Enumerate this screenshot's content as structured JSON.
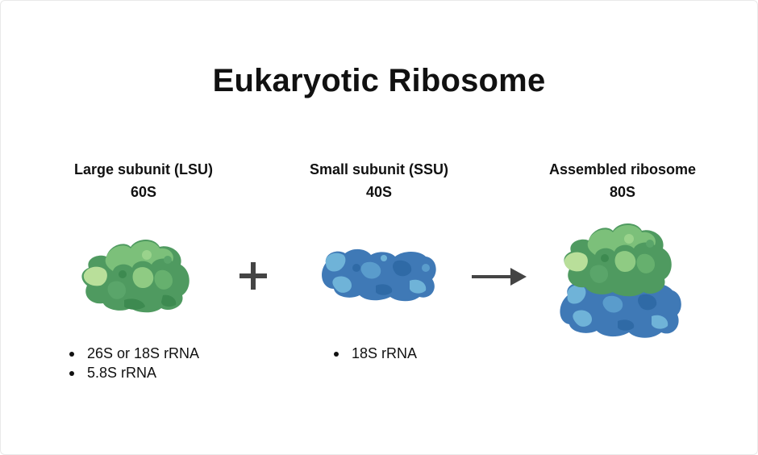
{
  "title": "Eukaryotic Ribosome",
  "columns": {
    "lsu": {
      "name": "Large subunit (LSU)",
      "svedberg": "60S",
      "components": [
        "26S or 18S rRNA",
        "5.8S rRNA"
      ]
    },
    "ssu": {
      "name": "Small subunit (SSU)",
      "svedberg": "40S",
      "components": [
        "18S rRNA"
      ]
    },
    "assembled": {
      "name": "Assembled ribosome",
      "svedberg": "80S"
    }
  },
  "operators": {
    "plus_icon": "plus-icon",
    "arrow_icon": "arrow-right-icon"
  },
  "colors": {
    "lsu_green": "#5aa56a",
    "lsu_light": "#a9d58f",
    "ssu_blue": "#3f79b6",
    "ssu_light": "#6fb3d8",
    "operator": "#444444"
  }
}
